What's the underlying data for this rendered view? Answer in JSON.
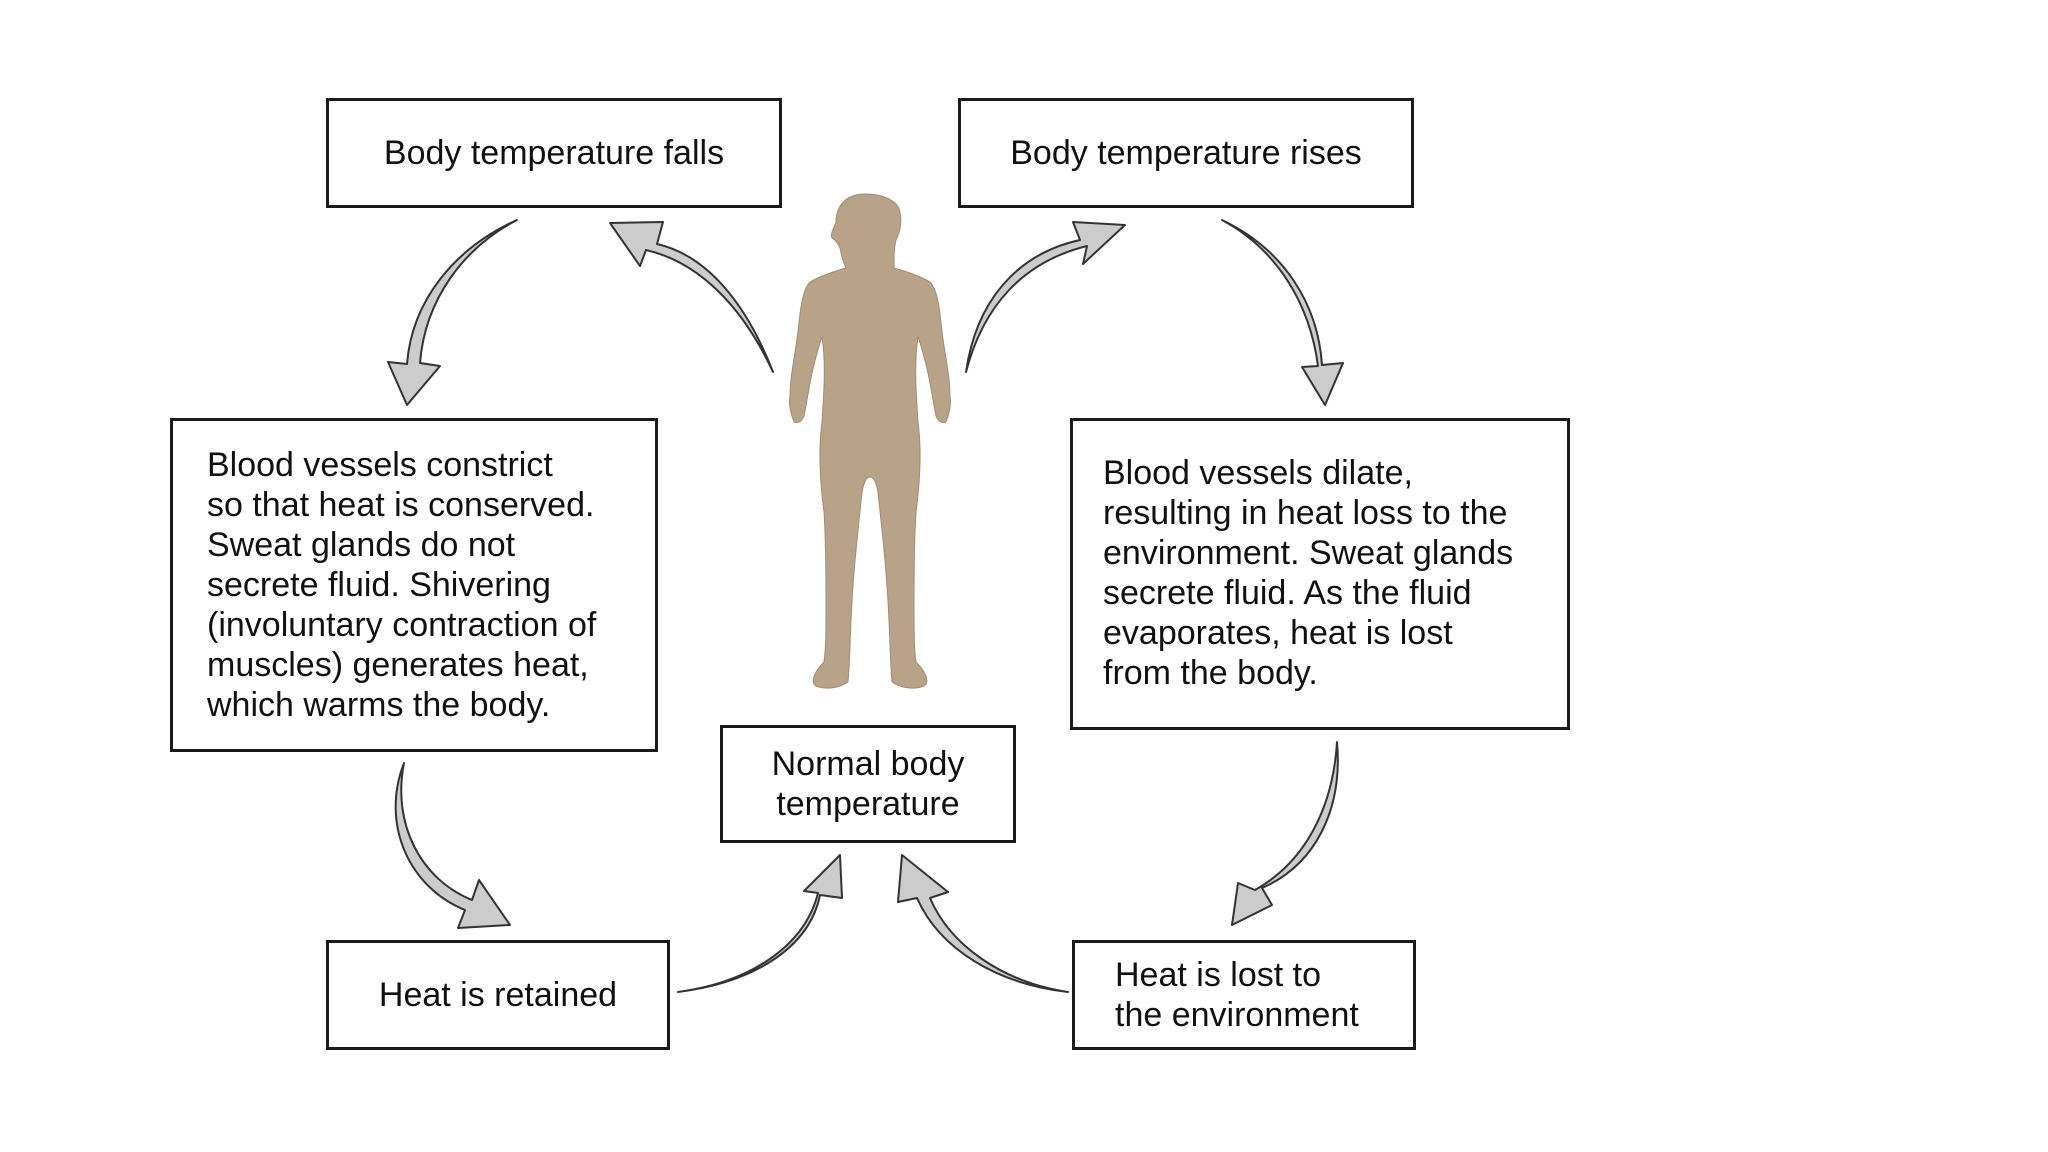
{
  "diagram": {
    "temp_falls": "Body temperature falls",
    "temp_rises": "Body temperature rises",
    "constrict_text": "Blood vessels constrict\nso that heat is conserved.\nSweat glands do not\nsecrete fluid. Shivering\n(involuntary contraction of\nmuscles) generates heat,\nwhich warms the body.",
    "dilate_text": "Blood vessels dilate,\nresulting in heat loss to the\nenvironment. Sweat glands\nsecrete fluid. As the fluid\nevaporates, heat is lost\nfrom the body.",
    "normal_temp": "Normal body\ntemperature",
    "heat_retained": "Heat is retained",
    "heat_lost": "Heat is lost to\nthe environment"
  },
  "colors": {
    "arrow_fill": "#cccccc",
    "figure_skin": "#b8a389"
  }
}
